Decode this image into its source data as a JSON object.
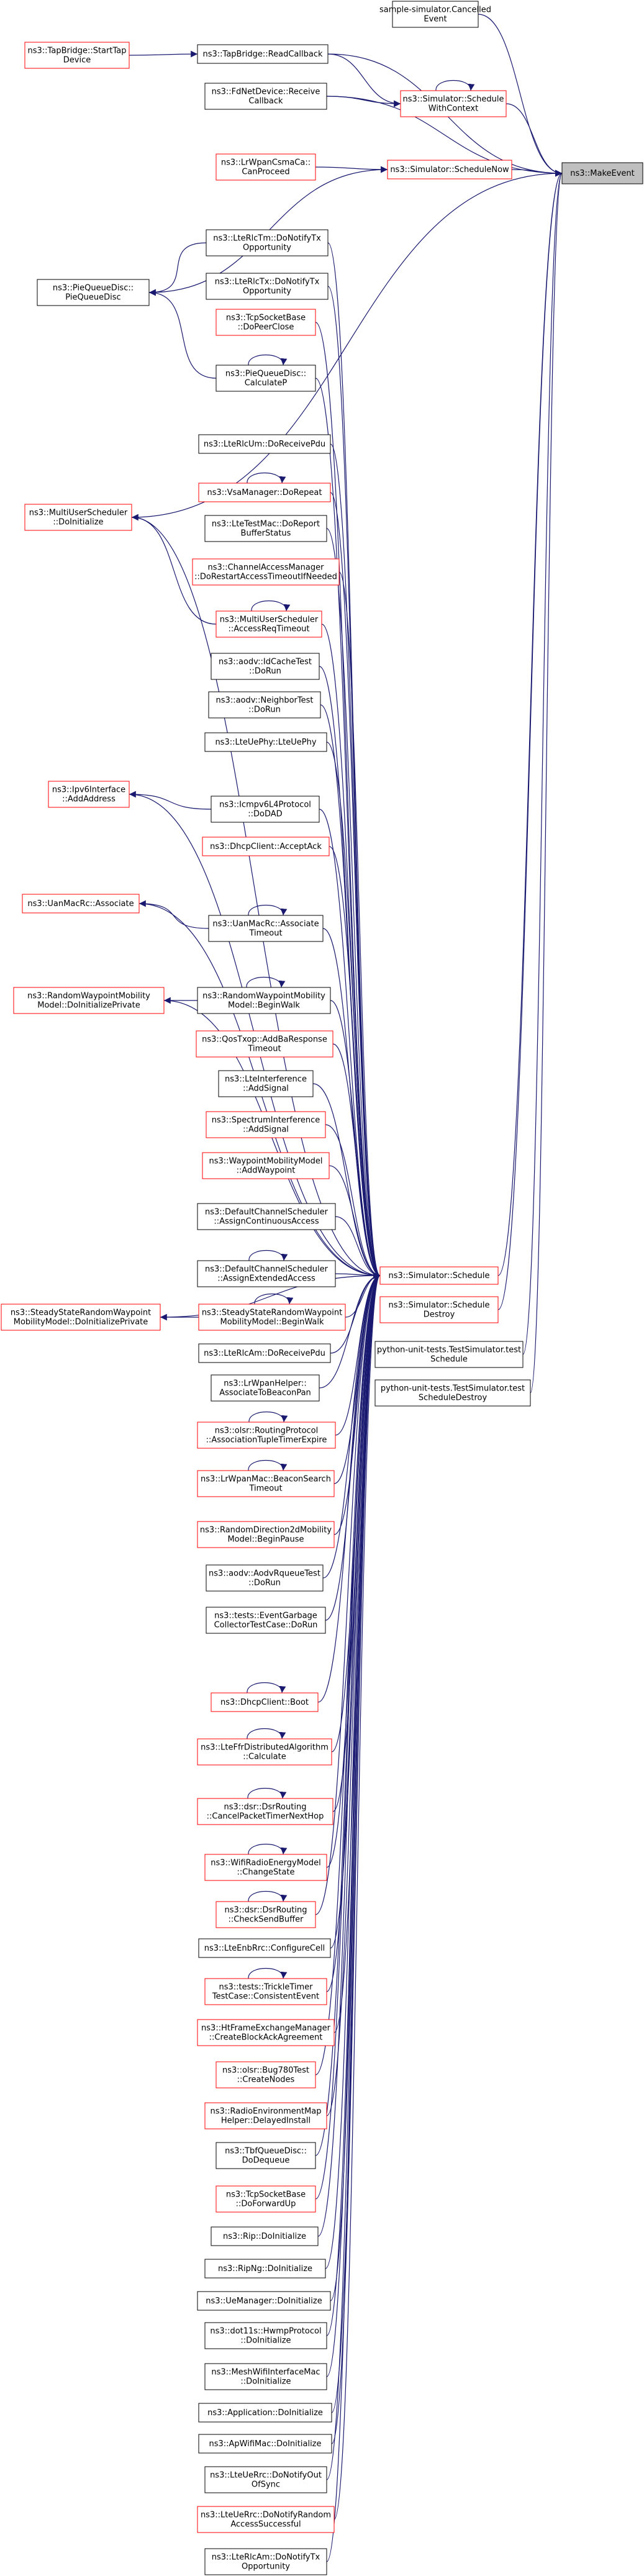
{
  "graph": {
    "target": "ns3::MakeEvent",
    "colors": {
      "edge": "#191970",
      "red_border": "#ff0000",
      "black_border": "#000000",
      "target_fill": "#bfbfbf"
    },
    "nodes": [
      {
        "id": "target",
        "lines": [
          "ns3::MakeEvent"
        ],
        "border": "black"
      },
      {
        "id": "sim_cancelled",
        "lines": [
          "sample-simulator.Cancelled",
          "Event"
        ],
        "border": "black"
      },
      {
        "id": "sched_ctx",
        "lines": [
          "ns3::Simulator::Schedule",
          "WithContext"
        ],
        "border": "red"
      },
      {
        "id": "sched_now",
        "lines": [
          "ns3::Simulator::ScheduleNow"
        ],
        "border": "red"
      },
      {
        "id": "schedule",
        "lines": [
          "ns3::Simulator::Schedule"
        ],
        "border": "red"
      },
      {
        "id": "sched_destroy",
        "lines": [
          "ns3::Simulator::Schedule",
          "Destroy"
        ],
        "border": "red"
      },
      {
        "id": "py_sched",
        "lines": [
          "python-unit-tests.TestSimulator.test",
          "Schedule"
        ],
        "border": "black"
      },
      {
        "id": "py_destroy",
        "lines": [
          "python-unit-tests.TestSimulator.test",
          "ScheduleDestroy"
        ],
        "border": "black"
      },
      {
        "id": "tap_start",
        "lines": [
          "ns3::TapBridge::StartTap",
          "Device"
        ],
        "border": "red"
      },
      {
        "id": "tap_read",
        "lines": [
          "ns3::TapBridge::ReadCallback"
        ],
        "border": "black"
      },
      {
        "id": "fd_recv",
        "lines": [
          "ns3::FdNetDevice::Receive",
          "Callback"
        ],
        "border": "black"
      },
      {
        "id": "lrwpan_csma",
        "lines": [
          "ns3::LrWpanCsmaCa::",
          "CanProceed"
        ],
        "border": "red"
      },
      {
        "id": "rlc_tm",
        "lines": [
          "ns3::LteRlcTm::DoNotifyTx",
          "Opportunity"
        ],
        "border": "black"
      },
      {
        "id": "rlc_tx",
        "lines": [
          "ns3::LteRlcTx::DoNotifyTx",
          "Opportunity"
        ],
        "border": "black"
      },
      {
        "id": "pie_disc",
        "lines": [
          "ns3::PieQueueDisc::",
          "PieQueueDisc"
        ],
        "border": "black"
      },
      {
        "id": "tcp_peerclose",
        "lines": [
          "ns3::TcpSocketBase",
          "::DoPeerClose"
        ],
        "border": "red"
      },
      {
        "id": "pie_calc",
        "lines": [
          "ns3::PieQueueDisc::",
          "CalculateP"
        ],
        "border": "black"
      },
      {
        "id": "rlc_um_rx",
        "lines": [
          "ns3::LteRlcUm::DoReceivePdu"
        ],
        "border": "black"
      },
      {
        "id": "mu_init",
        "lines": [
          "ns3::MultiUserScheduler",
          "::DoInitialize"
        ],
        "border": "red"
      },
      {
        "id": "vsa_repeat",
        "lines": [
          "ns3::VsaManager::DoRepeat"
        ],
        "border": "red"
      },
      {
        "id": "ltetest_mac",
        "lines": [
          "ns3::LteTestMac::DoReport",
          "BufferStatus"
        ],
        "border": "black"
      },
      {
        "id": "cam_restart",
        "lines": [
          "ns3::ChannelAccessManager",
          "::DoRestartAccessTimeoutIfNeeded"
        ],
        "border": "red"
      },
      {
        "id": "mu_access",
        "lines": [
          "ns3::MultiUserScheduler",
          "::AccessReqTimeout"
        ],
        "border": "red"
      },
      {
        "id": "aodv_idcache",
        "lines": [
          "ns3::aodv::IdCacheTest",
          "::DoRun"
        ],
        "border": "black"
      },
      {
        "id": "aodv_neighbor",
        "lines": [
          "ns3::aodv::NeighborTest",
          "::DoRun"
        ],
        "border": "black"
      },
      {
        "id": "lteuephy",
        "lines": [
          "ns3::LteUePhy::LteUePhy"
        ],
        "border": "black"
      },
      {
        "id": "ipv6_addaddr",
        "lines": [
          "ns3::Ipv6Interface",
          "::AddAddress"
        ],
        "border": "red"
      },
      {
        "id": "icmpv6_dodad",
        "lines": [
          "ns3::Icmpv6L4Protocol",
          "::DoDAD"
        ],
        "border": "black"
      },
      {
        "id": "dhcp_accept",
        "lines": [
          "ns3::DhcpClient::AcceptAck"
        ],
        "border": "red"
      },
      {
        "id": "uan_assoc",
        "lines": [
          "ns3::UanMacRc::Associate"
        ],
        "border": "red"
      },
      {
        "id": "uan_assoc_to",
        "lines": [
          "ns3::UanMacRc::Associate",
          "Timeout"
        ],
        "border": "black"
      },
      {
        "id": "rwp_doinit",
        "lines": [
          "ns3::RandomWaypointMobility",
          "Model::DoInitializePrivate"
        ],
        "border": "red"
      },
      {
        "id": "rwp_begin",
        "lines": [
          "ns3::RandomWaypointMobility",
          "Model::BeginWalk"
        ],
        "border": "black"
      },
      {
        "id": "qos_addba",
        "lines": [
          "ns3::QosTxop::AddBaResponse",
          "Timeout"
        ],
        "border": "red"
      },
      {
        "id": "lte_interf",
        "lines": [
          "ns3::LteInterference",
          "::AddSignal"
        ],
        "border": "black"
      },
      {
        "id": "spec_interf",
        "lines": [
          "ns3::SpectrumInterference",
          "::AddSignal"
        ],
        "border": "red"
      },
      {
        "id": "wp_addwp",
        "lines": [
          "ns3::WaypointMobilityModel",
          "::AddWaypoint"
        ],
        "border": "red"
      },
      {
        "id": "dcs_cont",
        "lines": [
          "ns3::DefaultChannelScheduler",
          "::AssignContinuousAccess"
        ],
        "border": "black"
      },
      {
        "id": "dcs_ext",
        "lines": [
          "ns3::DefaultChannelScheduler",
          "::AssignExtendedAccess"
        ],
        "border": "black"
      },
      {
        "id": "ssrwp_doinit",
        "lines": [
          "ns3::SteadyStateRandomWaypoint",
          "MobilityModel::DoInitializePrivate"
        ],
        "border": "red"
      },
      {
        "id": "ssrwp_begin",
        "lines": [
          "ns3::SteadyStateRandomWaypoint",
          "MobilityModel::BeginWalk"
        ],
        "border": "red"
      },
      {
        "id": "rlc_am_rx",
        "lines": [
          "ns3::LteRlcAm::DoReceivePdu"
        ],
        "border": "black"
      },
      {
        "id": "lrwpan_helper",
        "lines": [
          "ns3::LrWpanHelper::",
          "AssociateToBeaconPan"
        ],
        "border": "black"
      },
      {
        "id": "olsr_assoc",
        "lines": [
          "ns3::olsr::RoutingProtocol",
          "::AssociationTupleTimerExpire"
        ],
        "border": "red"
      },
      {
        "id": "lrwpan_beacon",
        "lines": [
          "ns3::LrWpanMac::BeaconSearch",
          "Timeout"
        ],
        "border": "red"
      },
      {
        "id": "rd2d_pause",
        "lines": [
          "ns3::RandomDirection2dMobility",
          "Model::BeginPause"
        ],
        "border": "red"
      },
      {
        "id": "aodv_rqueue",
        "lines": [
          "ns3::aodv::AodvRqueueTest",
          "::DoRun"
        ],
        "border": "black"
      },
      {
        "id": "gc_test",
        "lines": [
          "ns3::tests::EventGarbage",
          "CollectorTestCase::DoRun"
        ],
        "border": "black"
      },
      {
        "id": "dhcp_boot",
        "lines": [
          "ns3::DhcpClient::Boot"
        ],
        "border": "red"
      },
      {
        "id": "ffr_calc",
        "lines": [
          "ns3::LteFfrDistributedAlgorithm",
          "::Calculate"
        ],
        "border": "red"
      },
      {
        "id": "dsr_cancel",
        "lines": [
          "ns3::dsr::DsrRouting",
          "::CancelPacketTimerNextHop"
        ],
        "border": "red"
      },
      {
        "id": "wifi_energy",
        "lines": [
          "ns3::WifiRadioEnergyModel",
          "::ChangeState"
        ],
        "border": "red"
      },
      {
        "id": "dsr_sendbuf",
        "lines": [
          "ns3::dsr::DsrRouting",
          "::CheckSendBuffer"
        ],
        "border": "red"
      },
      {
        "id": "enb_rrc",
        "lines": [
          "ns3::LteEnbRrc::ConfigureCell"
        ],
        "border": "black"
      },
      {
        "id": "trickle",
        "lines": [
          "ns3::tests::TrickleTimer",
          "TestCase::ConsistentEvent"
        ],
        "border": "red"
      },
      {
        "id": "htfem",
        "lines": [
          "ns3::HtFrameExchangeManager",
          "::CreateBlockAckAgreement"
        ],
        "border": "red"
      },
      {
        "id": "olsr_bug",
        "lines": [
          "ns3::olsr::Bug780Test",
          "::CreateNodes"
        ],
        "border": "red"
      },
      {
        "id": "rem_helper",
        "lines": [
          "ns3::RadioEnvironmentMap",
          "Helper::DelayedInstall"
        ],
        "border": "red"
      },
      {
        "id": "tbf_deq",
        "lines": [
          "ns3::TbfQueueDisc::",
          "DoDequeue"
        ],
        "border": "black"
      },
      {
        "id": "tcp_fwdup",
        "lines": [
          "ns3::TcpSocketBase",
          "::DoForwardUp"
        ],
        "border": "red"
      },
      {
        "id": "rip_init",
        "lines": [
          "ns3::Rip::DoInitialize"
        ],
        "border": "black"
      },
      {
        "id": "ripng_init",
        "lines": [
          "ns3::RipNg::DoInitialize"
        ],
        "border": "black"
      },
      {
        "id": "ue_mgr",
        "lines": [
          "ns3::UeManager::DoInitialize"
        ],
        "border": "black"
      },
      {
        "id": "hwmp",
        "lines": [
          "ns3::dot11s::HwmpProtocol",
          "::DoInitialize"
        ],
        "border": "black"
      },
      {
        "id": "mesh_mac",
        "lines": [
          "ns3::MeshWifiInterfaceMac",
          "::DoInitialize"
        ],
        "border": "black"
      },
      {
        "id": "app_init",
        "lines": [
          "ns3::Application::DoInitialize"
        ],
        "border": "black"
      },
      {
        "id": "ap_mac",
        "lines": [
          "ns3::ApWifiMac::DoInitialize"
        ],
        "border": "black"
      },
      {
        "id": "ue_rrc_out",
        "lines": [
          "ns3::LteUeRrc::DoNotifyOut",
          "OfSync"
        ],
        "border": "black"
      },
      {
        "id": "ue_mac_ra",
        "lines": [
          "ns3::LteUeRrc::DoNotifyRandom",
          "AccessSuccessful"
        ],
        "border": "red"
      },
      {
        "id": "rlc_am_tx",
        "lines": [
          "ns3::LteRlcAm::DoNotifyTx",
          "Opportunity"
        ],
        "border": "black"
      }
    ]
  }
}
